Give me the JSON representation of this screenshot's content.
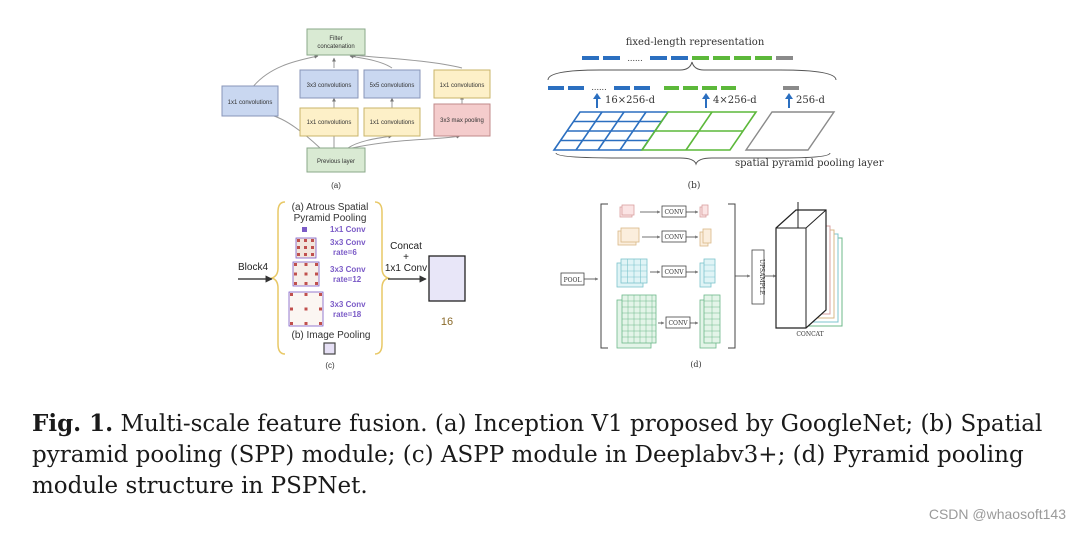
{
  "panel_a": {
    "label": "(a)",
    "filter_concat": [
      "Filter",
      "concatenation"
    ],
    "conv3x3": "3x3 convolutions",
    "conv5x5": "5x5 convolutions",
    "conv1x1_top": "1x1 convolutions",
    "conv1x1_left": "1x1 convolutions",
    "conv1x1_mid1": "1x1 convolutions",
    "conv1x1_mid2": "1x1 convolutions",
    "maxpool": "3x3 max pooling",
    "previous_layer": "Previous layer"
  },
  "panel_b": {
    "label": "(b)",
    "fixed_length": "fixed-length representation",
    "dots_top": "......",
    "dots_mid": "......",
    "dim16": "16×256-d",
    "dim4": "4×256-d",
    "dim1": "256-d",
    "spp_layer": "spatial pyramid pooling layer"
  },
  "panel_c": {
    "label": "(c)",
    "aspp_title": [
      "(a) Atrous Spatial",
      "Pyramid Pooling"
    ],
    "conv1": "1x1 Conv",
    "conv_r6": [
      "3x3 Conv",
      "rate=6"
    ],
    "conv_r12": [
      "3x3 Conv",
      "rate=12"
    ],
    "conv_r18": [
      "3x3 Conv",
      "rate=18"
    ],
    "image_pooling": "(b) Image Pooling",
    "input_label": "Block4",
    "concat": [
      "Concat",
      "+",
      "1x1 Conv"
    ],
    "output_count": "16"
  },
  "panel_d": {
    "label": "(d)",
    "pool": "POOL",
    "conv_labels": [
      "CONV",
      "CONV",
      "CONV",
      "CONV"
    ],
    "upsample": "UPSAMPLE",
    "concat": "CONCAT"
  },
  "caption": {
    "fig": "Fig. 1.",
    "text": "Multi-scale feature fusion. (a) Inception V1 proposed by GoogleNet; (b) Spatial pyramid pooling (SPP) module; (c) ASPP module in Deeplabv3+; (d) Pyramid pooling module structure in PSPNet."
  },
  "watermark": "CSDN @whaosoft143",
  "colors": {
    "green_box": "#d9ead3",
    "blue_box": "#c9d7f0",
    "yellow_box": "#fdf0c8",
    "red_box": "#f4cccc",
    "spp_blue": "#2b6fc0",
    "spp_green": "#5cb83a",
    "spp_gray": "#8a8a8a",
    "aspp_purple": "#7b5bc7",
    "aspp_dot": "#c0504d",
    "output_fill": "#e8e6f8"
  }
}
